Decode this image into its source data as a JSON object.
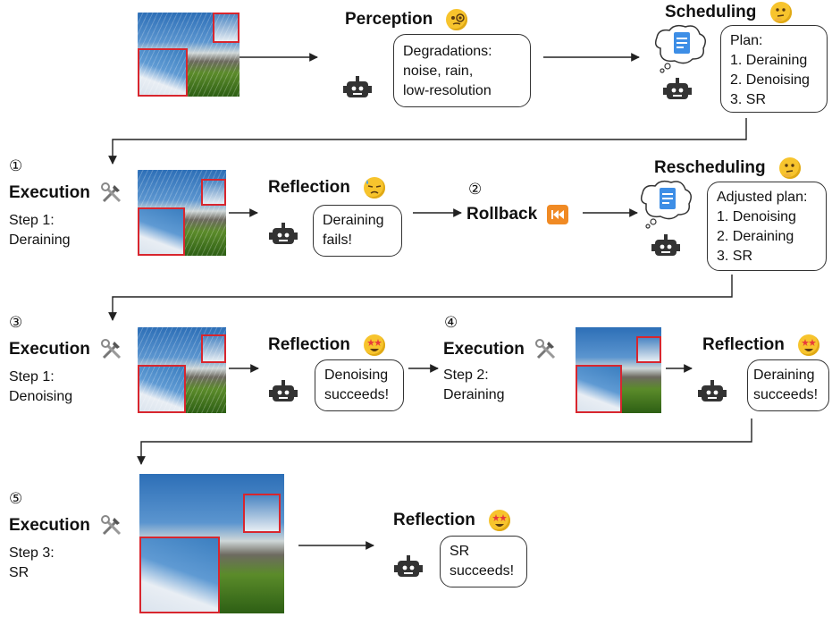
{
  "rows": {
    "row1": {
      "perception": {
        "title": "Perception",
        "bubble_lines": [
          "Degradations:",
          "noise, rain,",
          "low-resolution"
        ]
      },
      "scheduling": {
        "title": "Scheduling",
        "bubble_lines": [
          "Plan:",
          "1. Deraining",
          "2. Denoising",
          "3. SR"
        ]
      }
    },
    "row2": {
      "number": "①",
      "execution": {
        "title": "Execution",
        "step_lines": [
          "Step 1:",
          "Deraining"
        ]
      },
      "reflection": {
        "title": "Reflection",
        "bubble_lines": [
          "Deraining",
          "fails!"
        ]
      },
      "rollback_number": "②",
      "rollback": {
        "title": "Rollback"
      },
      "rescheduling": {
        "title": "Rescheduling",
        "bubble_lines": [
          "Adjusted plan:",
          "1. Denoising",
          "2. Deraining",
          "3. SR"
        ]
      }
    },
    "row3": {
      "number_a": "③",
      "execution_a": {
        "title": "Execution",
        "step_lines": [
          "Step 1:",
          "Denoising"
        ]
      },
      "reflection_a": {
        "title": "Reflection",
        "bubble_lines": [
          "Denoising",
          "succeeds!"
        ]
      },
      "number_b": "④",
      "execution_b": {
        "title": "Execution",
        "step_lines": [
          "Step 2:",
          "Deraining"
        ]
      },
      "reflection_b": {
        "title": "Reflection",
        "bubble_lines": [
          "Deraining",
          "succeeds!"
        ]
      }
    },
    "row4": {
      "number": "⑤",
      "execution": {
        "title": "Execution",
        "step_lines": [
          "Step 3:",
          "SR"
        ]
      },
      "reflection": {
        "title": "Reflection",
        "bubble_lines": [
          "SR",
          "succeeds!"
        ]
      }
    }
  },
  "icons": {
    "perception_emoji": "monocle-face-icon",
    "thinking_emoji": "thinking-face-icon",
    "downcast_emoji": "downcast-sweat-face-icon",
    "star_eyes_emoji": "star-struck-face-icon",
    "tools": "hammer-wrench-icon",
    "rollback": "rewind-icon",
    "agent": "robot-icon",
    "plan": "document-icon"
  },
  "colors": {
    "inset_border": "#d8262e",
    "rollback_icon": "#f08a24",
    "emoji": "#f7c42d",
    "line": "#222222"
  }
}
